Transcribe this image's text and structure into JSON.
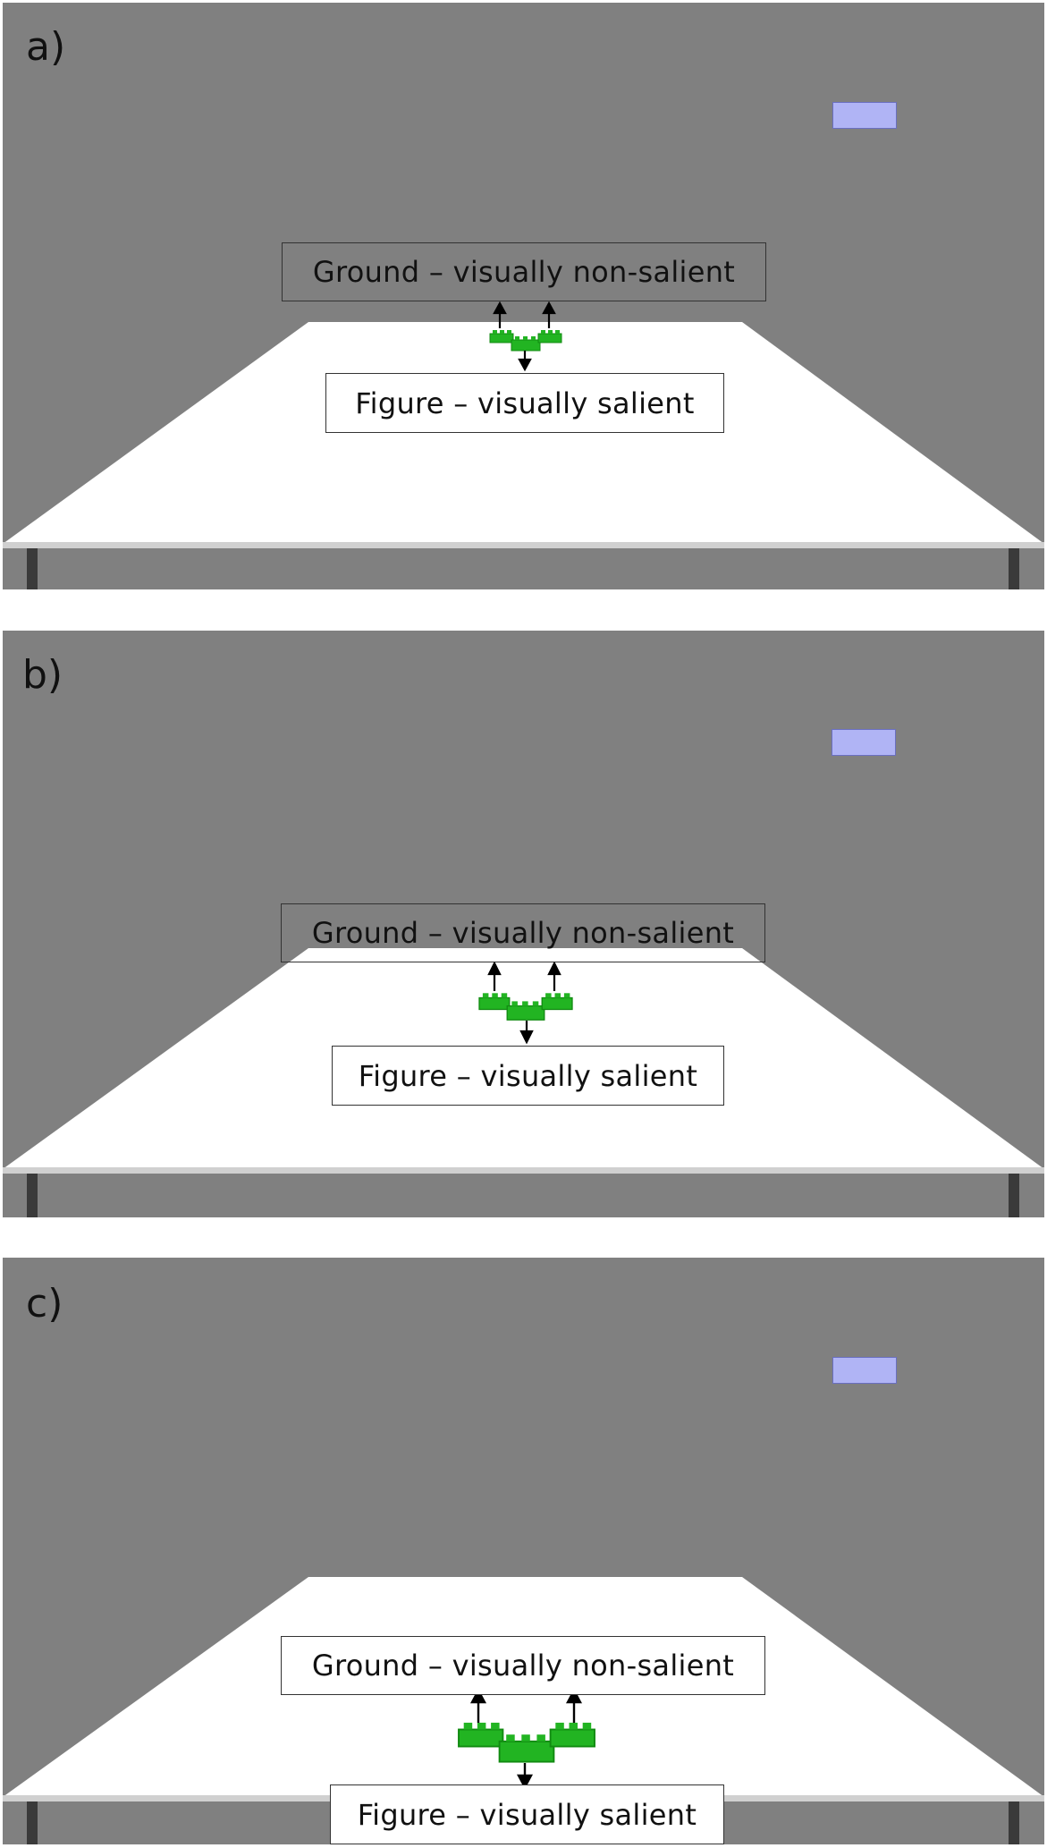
{
  "panels": [
    {
      "label": "a)",
      "ground_text": "Ground – visually non-salient",
      "figure_text": "Figure – visually salient"
    },
    {
      "label": "b)",
      "ground_text": "Ground – visually non-salient",
      "figure_text": "Figure – visually salient"
    },
    {
      "label": "c)",
      "ground_text": "Ground – visually non-salient",
      "figure_text": "Figure – visually salient"
    }
  ],
  "colors": {
    "wall": "#808080",
    "table_top": "#ffffff",
    "table_edge": "#d0d0d0",
    "table_leg": "#3a3a3a",
    "brick_green": "#22b422",
    "brick_green_dark": "#118a11",
    "marker": "#b0b4f5",
    "arrow": "#000000"
  }
}
